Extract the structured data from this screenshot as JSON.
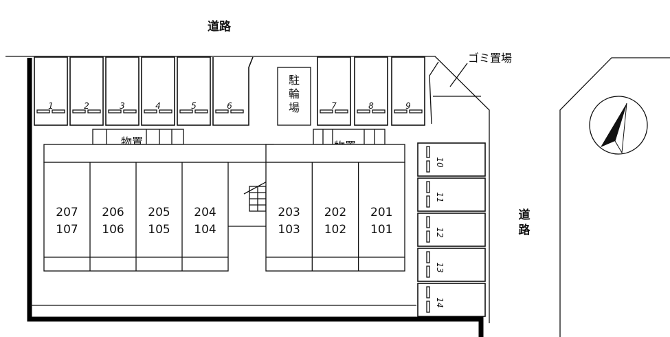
{
  "roads": {
    "top": "道路",
    "right": "道路"
  },
  "trash_label": "ゴミ置場",
  "bicycle_label": "駐輪場",
  "storage_labels": [
    "物置",
    "物置"
  ],
  "parking_numbers": [
    "1",
    "2",
    "3",
    "4",
    "5",
    "6",
    "7",
    "8",
    "9",
    "10",
    "11",
    "12",
    "13",
    "14"
  ],
  "units_left": [
    {
      "upper": "207",
      "lower": "107"
    },
    {
      "upper": "206",
      "lower": "106"
    },
    {
      "upper": "205",
      "lower": "105"
    },
    {
      "upper": "204",
      "lower": "104"
    }
  ],
  "units_right": [
    {
      "upper": "203",
      "lower": "103"
    },
    {
      "upper": "202",
      "lower": "102"
    },
    {
      "upper": "201",
      "lower": "101"
    }
  ],
  "north_icon": "north-arrow-icon"
}
